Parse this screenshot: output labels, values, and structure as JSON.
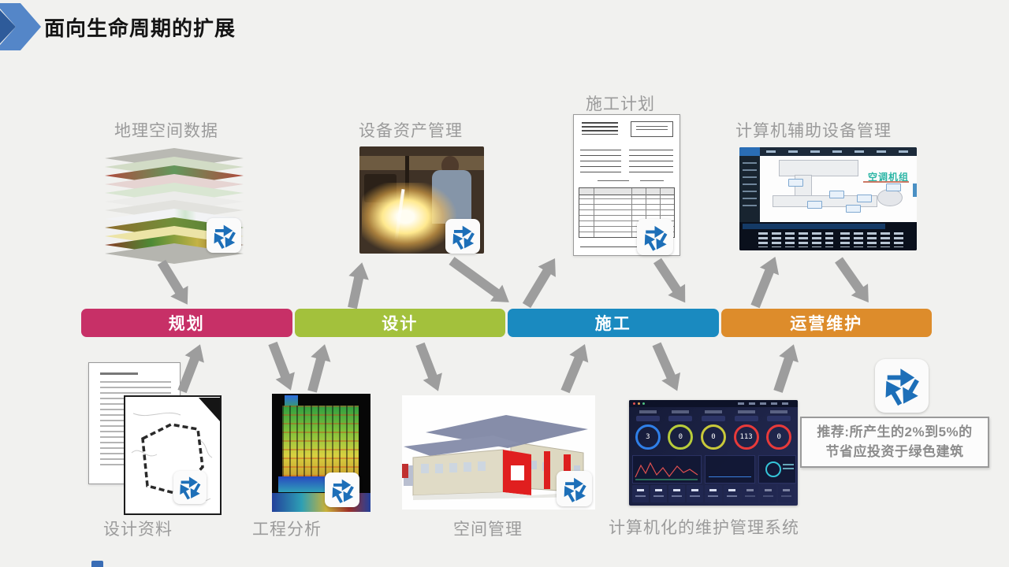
{
  "slide": {
    "title": "面向生命周期的扩展"
  },
  "lifecycle_bar": {
    "stages": [
      {
        "label": "规划",
        "color": "#c73067"
      },
      {
        "label": "设计",
        "color": "#a3c13c"
      },
      {
        "label": "施工",
        "color": "#1a8ac0"
      },
      {
        "label": "运营维护",
        "color": "#dd8c2b"
      }
    ]
  },
  "top_items": [
    {
      "label": "地理空间数据",
      "image": "gis-layer-stack"
    },
    {
      "label": "设备资产管理",
      "image": "welding-workshop-photo"
    },
    {
      "label": "施工计划",
      "image": "construction-plan-form"
    },
    {
      "label": "计算机辅助设备管理",
      "image": "cafm-software-screenshot",
      "screenshot_title": "空调机组"
    }
  ],
  "bottom_items": [
    {
      "label": "设计资料",
      "image": "design-documents"
    },
    {
      "label": "工程分析",
      "image": "thermal-analysis-photo"
    },
    {
      "label": "空间管理",
      "image": "building-3d-model"
    },
    {
      "label": "计算机化的维护管理系统",
      "image": "cmms-dashboard",
      "gauge_values": [
        "3",
        "0",
        "0",
        "113",
        "0"
      ]
    }
  ],
  "note_box": {
    "line1": "推荐:所产生的2%到5%的",
    "line2": "节省应投资于绿色建筑"
  },
  "icons": {
    "recycle": "three-arrows-recycle-cycle",
    "title_decor": "double-chevron-right"
  },
  "colors": {
    "recycle_blue": "#1d6fb8",
    "arrow_gray": "#9d9d9d",
    "label_gray": "#9b9b9b",
    "background": "#f1f1ef"
  }
}
